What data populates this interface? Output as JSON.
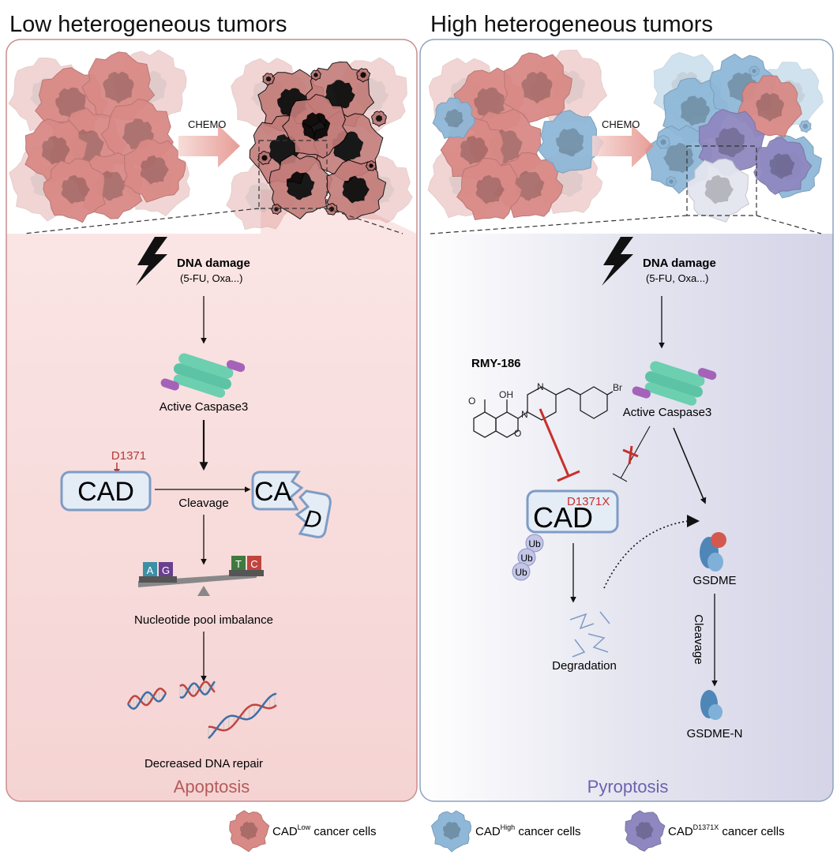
{
  "left_panel": {
    "title": "Low heterogeneous tumors",
    "chemo_label": "CHEMO",
    "dna_damage": "DNA damage",
    "dna_damage_drugs": "(5-FU, Oxa...)",
    "caspase_label": "Active Caspase3",
    "mutation_site": "D1371",
    "cad_label": "CAD",
    "cleavage_label": "Cleavage",
    "cleaved_cad_part1": "CA",
    "cleaved_cad_part2": "D",
    "nucleotides": [
      "A",
      "G",
      "T",
      "C"
    ],
    "nucleotide_label": "Nucleotide pool imbalance",
    "dna_repair_label": "Decreased DNA repair",
    "outcome": "Apoptosis"
  },
  "right_panel": {
    "title": "High heterogeneous tumors",
    "chemo_label": "CHEMO",
    "dna_damage": "DNA damage",
    "dna_damage_drugs": "(5-FU, Oxa...)",
    "drug_name": "RMY-186",
    "molecule_labels": {
      "oh": "OH",
      "o_keto": "O",
      "o_ring": "O",
      "n1": "N",
      "n2": "N",
      "br": "Br"
    },
    "caspase_label": "Active Caspase3",
    "cad_label": "CAD",
    "mutation_label": "D1371X",
    "ub_labels": [
      "Ub",
      "Ub",
      "Ub"
    ],
    "degradation_label": "Degradation",
    "gsdme_label": "GSDME",
    "cleavage_label": "Cleavage",
    "gsdme_n_label": "GSDME-N",
    "outcome": "Pyroptosis"
  },
  "legend": [
    {
      "base": "CAD",
      "sup": "Low",
      "suffix": " cancer cells",
      "color": "#d98a86"
    },
    {
      "base": "CAD",
      "sup": "High",
      "suffix": " cancer cells",
      "color": "#8fb8d8"
    },
    {
      "base": "CAD",
      "sup": "D1371X",
      "suffix": " cancer cells",
      "color": "#8f88c0"
    }
  ],
  "colors": {
    "low_cell": "#d98a86",
    "high_cell": "#8fb8d8",
    "mutant_cell": "#8f88c0",
    "apoptosis": "#b45b5b",
    "pyroptosis": "#6a63b0",
    "inhibition": "#c8302c",
    "left_border": "#c98d8d",
    "right_border": "#8fa2c0"
  }
}
